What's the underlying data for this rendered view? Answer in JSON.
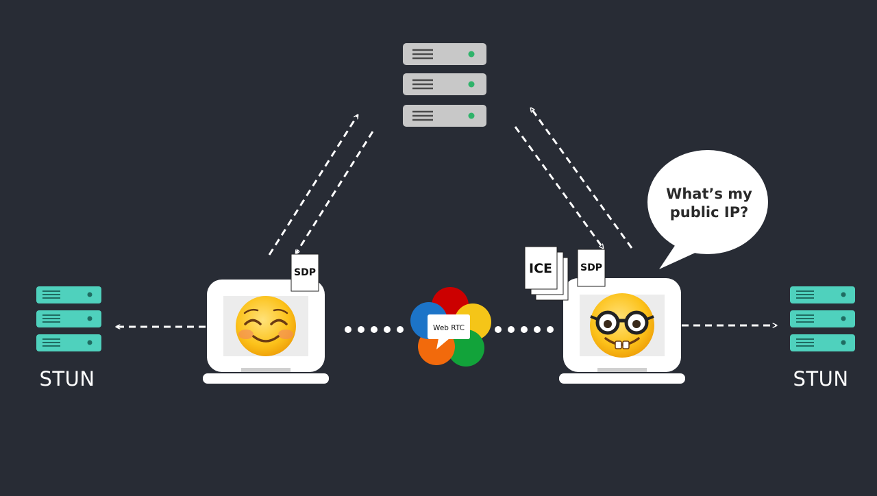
{
  "labels": {
    "stun_left": "STUN",
    "stun_right": "STUN",
    "speech_bubble_line1": "What’s my",
    "speech_bubble_line2": "public IP?",
    "sdp_left": "SDP",
    "sdp_right": "SDP",
    "ice": "ICE",
    "webrtc": "Web RTC"
  },
  "icons": {
    "signaling_server": "server-stack-icon",
    "stun_server": "server-stack-icon",
    "left_peer": "smiling-blushing-face-emoji",
    "right_peer": "nerd-face-emoji",
    "logo": "webrtc-logo"
  },
  "colors": {
    "background": "#282c35",
    "signaling_server": "#c8c8c8",
    "stun_server": "#4fd1bd",
    "status_led": "#2fb36a",
    "arrows": "#ffffff",
    "webrtc_red": "#cc0000",
    "webrtc_yellow": "#f5c518",
    "webrtc_green": "#12a33a",
    "webrtc_orange": "#f26a0c",
    "webrtc_blue": "#1c74c8"
  }
}
